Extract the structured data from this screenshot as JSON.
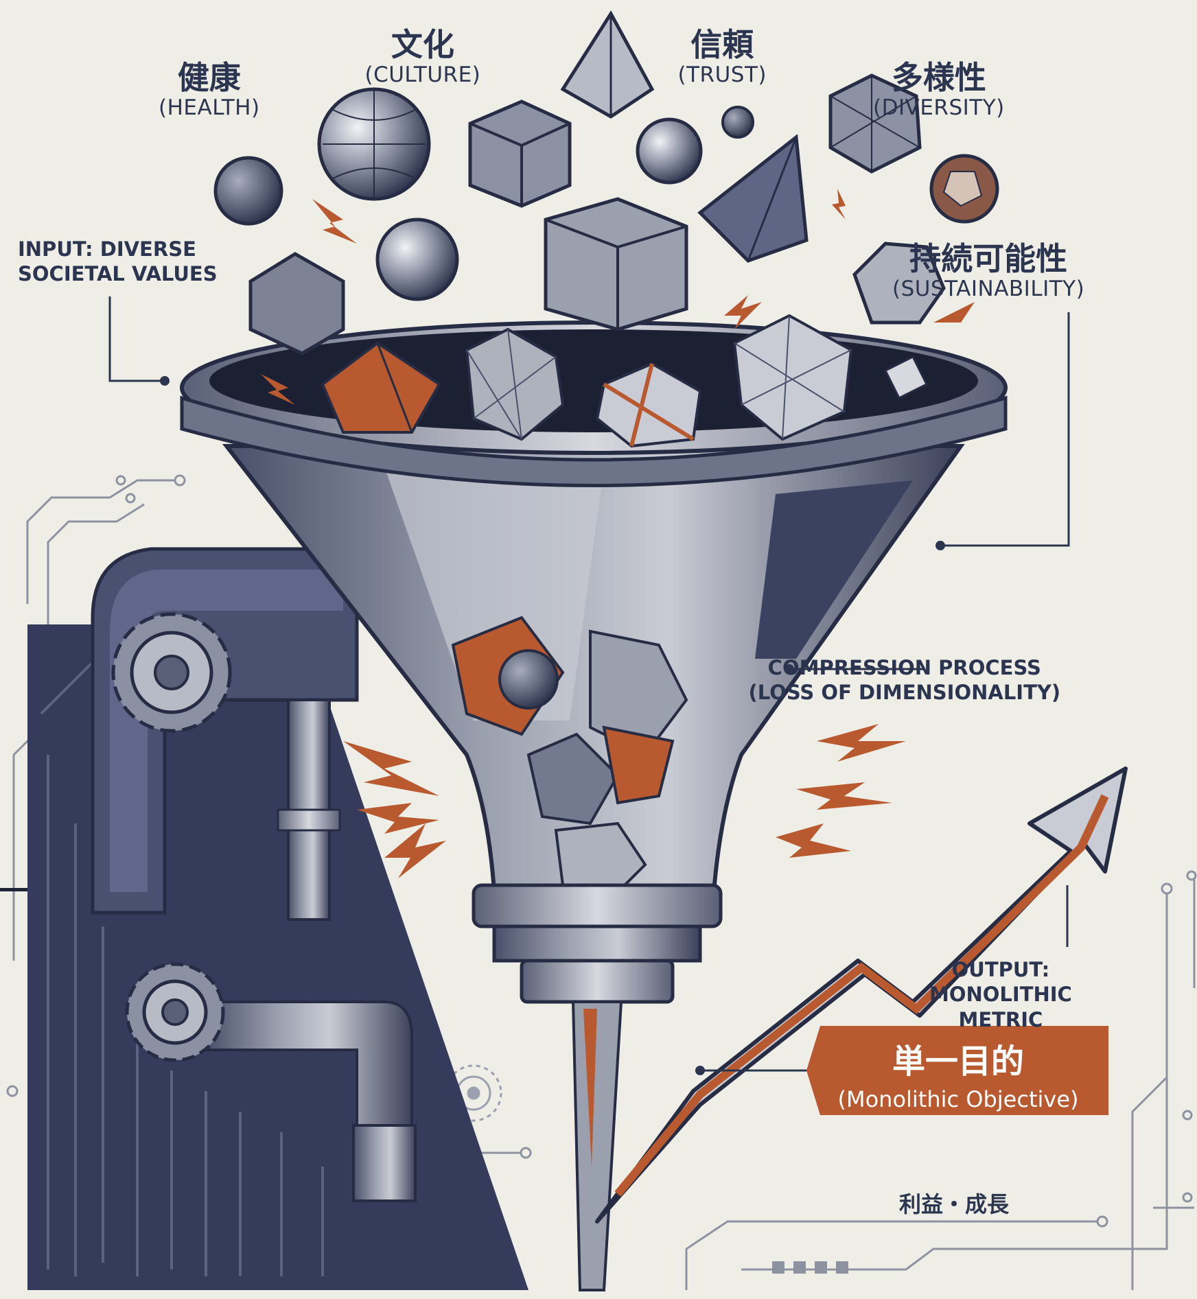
{
  "values": [
    {
      "jp": "健康",
      "en": "(HEALTH)"
    },
    {
      "jp": "文化",
      "en": "(CULTURE)"
    },
    {
      "jp": "信頼",
      "en": "(TRUST)"
    },
    {
      "jp": "多様性",
      "en": "(DIVERSITY)"
    },
    {
      "jp": "持続可能性",
      "en": "(SUSTAINABILITY)"
    }
  ],
  "input_note": [
    "INPUT: DIVERSE",
    "SOCIETAL VALUES"
  ],
  "compression_note": [
    "COMPRESSION PROCESS",
    "(LOSS OF DIMENSIONALITY)"
  ],
  "output_note": [
    "OUTPUT:",
    "MONOLITHIC",
    "METRIC"
  ],
  "objective": {
    "jp": "単一目的",
    "en": "(Monolithic Objective)"
  },
  "footer_text": "利益・成長",
  "colors": {
    "background": "#efeee6",
    "navy": "#2c3550",
    "steel": "#7d8394",
    "rust": "#b8592f"
  }
}
